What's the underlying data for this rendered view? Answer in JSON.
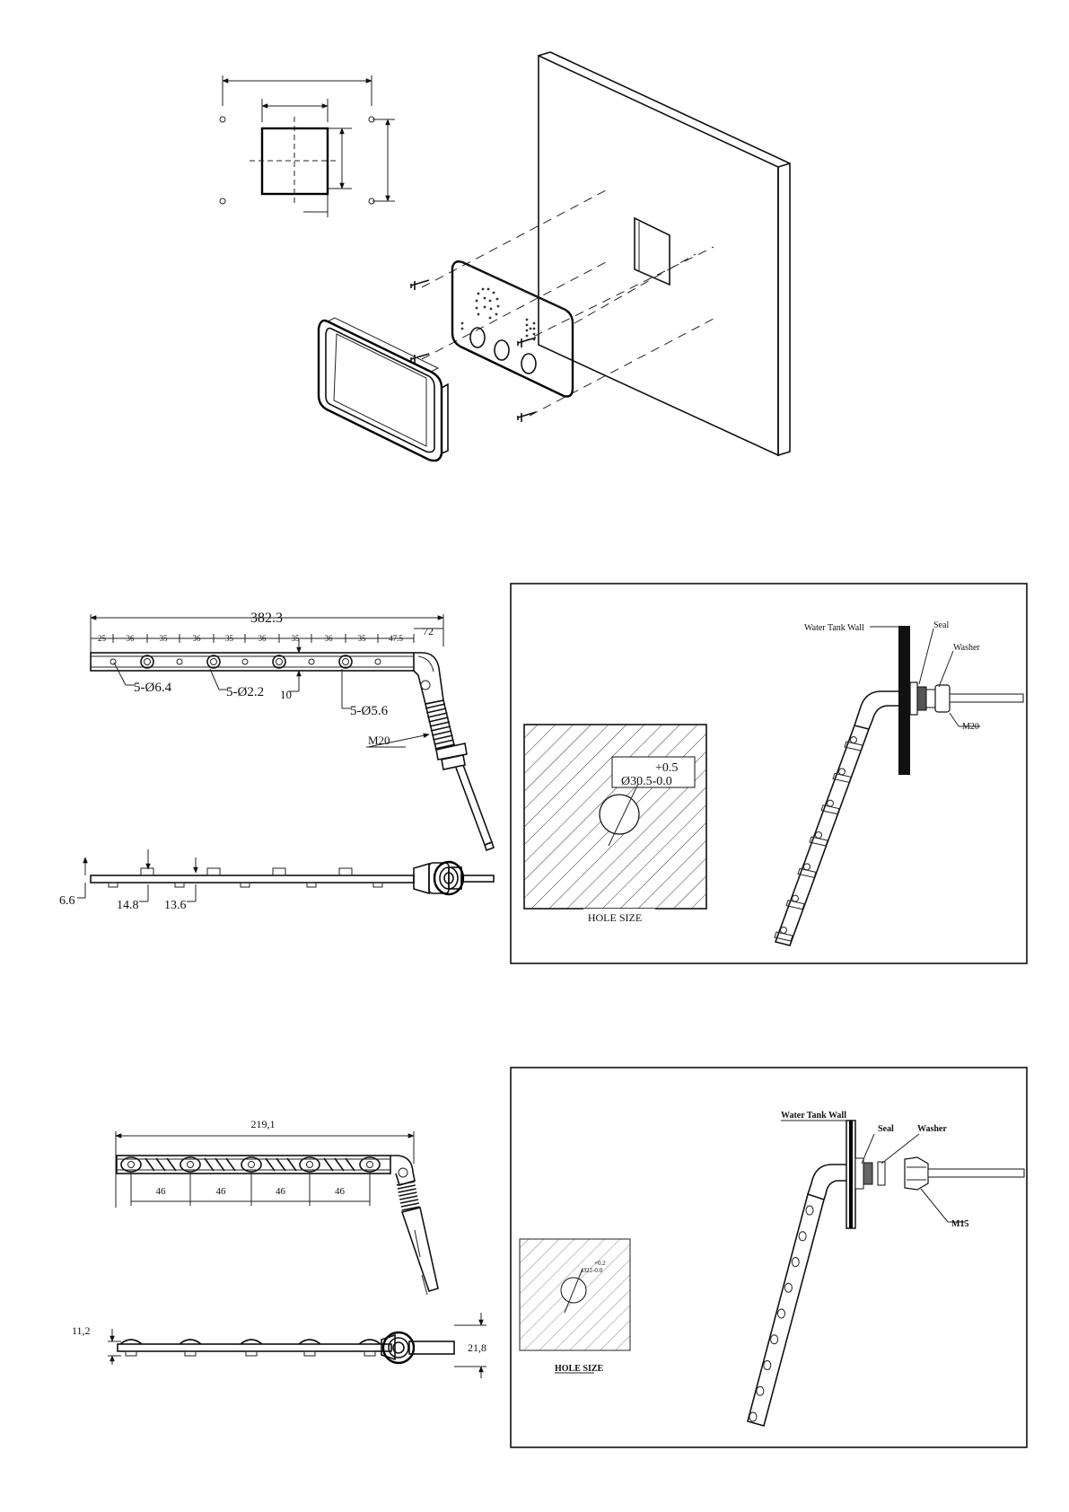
{
  "sheet": {
    "figures": [
      {
        "id": "exploded-mount"
      },
      {
        "id": "sensor-382",
        "overall_length": "382.3",
        "pitch_labels": [
          "25",
          "36",
          "35",
          "36",
          "35",
          "36",
          "35",
          "36",
          "35",
          "47.5"
        ],
        "end_label": "72",
        "hole_labels": [
          "5-Ø6.4",
          "5-Ø2.2",
          "5-Ø5.6"
        ],
        "offset_label": "10",
        "thread_label": "M20",
        "side_labels": [
          "6.6",
          "14.8",
          "13.6"
        ]
      },
      {
        "id": "install-382",
        "wall_label": "Water Tank Wall",
        "seal_label": "Seal",
        "washer_label": "Washer",
        "thread_label": "M20",
        "tol_upper": "+0.5",
        "hole_dia": "Ø30.5-0.0",
        "hole_caption": "HOLE SIZE"
      },
      {
        "id": "sensor-219",
        "overall_length": "219,1",
        "pitch_labels": [
          "46",
          "46",
          "46",
          "46"
        ],
        "height_left": "11,2",
        "height_right": "21,8"
      },
      {
        "id": "install-219",
        "wall_label": "Water Tank Wall",
        "seal_label": "Seal",
        "washer_label": "Washer",
        "thread_label": "M15",
        "tol_upper": "+0.2",
        "hole_dia": "Ø22-0.0",
        "hole_caption": "HOLE SIZE"
      }
    ]
  }
}
